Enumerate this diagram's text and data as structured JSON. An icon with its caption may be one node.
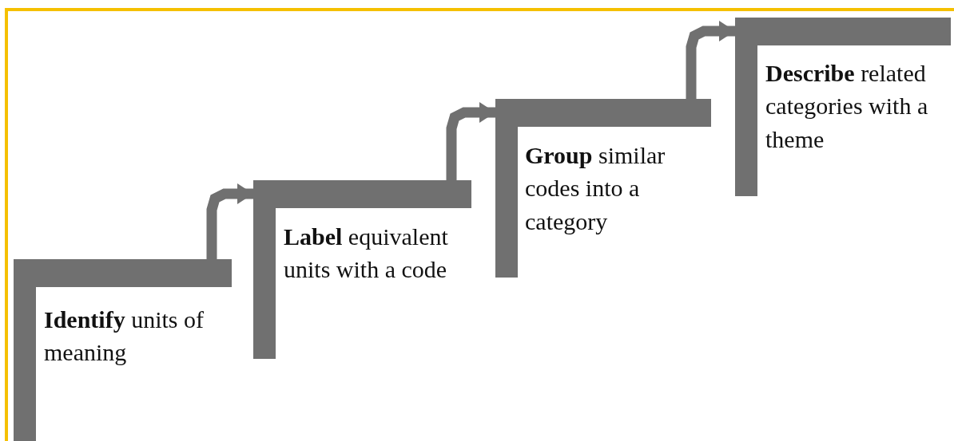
{
  "diagram": {
    "nodes": [
      {
        "text": [
          "**Identify** units of meaning"
        ]
      },
      {
        "text": [
          "**Label** equivalent units with a code"
        ]
      },
      {
        "text": [
          "**Group** similar codes into a category"
        ]
      },
      {
        "text": [
          "**Describe** related categories with a theme"
        ]
      }
    ],
    "edges": [
      {
        "from": 0,
        "to": 1,
        "arrow": "to"
      },
      {
        "from": 1,
        "to": 2,
        "arrow": "to"
      },
      {
        "from": 2,
        "to": 3,
        "arrow": "to"
      }
    ]
  }
}
